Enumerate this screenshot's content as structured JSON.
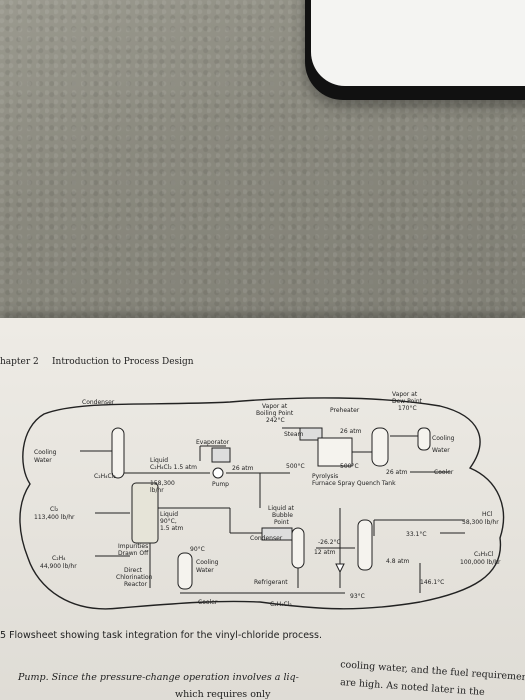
{
  "header": {
    "chapter": "hapter 2",
    "title": "Introduction to Process Design"
  },
  "caption": "5  Flowsheet showing task integration for the vinyl-chloride process.",
  "body_left": [
    "Pump.  Since the pressure-change operation involves a liq-",
    "which requires only"
  ],
  "body_right": [
    "cooling water, and the fuel requirements",
    "are high. As noted later in the"
  ],
  "figure": {
    "condenser": "Condenser",
    "cooling_water": [
      "Cooling",
      "Water"
    ],
    "c2h4cl2_small": "C₂H₄Cl₂",
    "evaporator": "Evaporator",
    "liquid_line": [
      "Liquid",
      "C₂H₄Cl₂   1.5 atm"
    ],
    "flow_mid": [
      "158,300",
      "lb/hr"
    ],
    "atm26a": "26 atm",
    "pump": "Pump",
    "vapor_bp": [
      "Vapor at",
      "Boiling Point",
      "242°C"
    ],
    "steam": "Steam",
    "preheater": "Preheater",
    "atm26b": "26 atm",
    "t500a": "500°C",
    "t500b": "500°C",
    "vapor_dp": [
      "Vapor at",
      "Dew Point",
      "170°C"
    ],
    "cooling_water_r": [
      "Cooling",
      "Water"
    ],
    "cooler_r": "Cooler",
    "pyrolysis": [
      "Pyrolysis",
      "Furnace   Spray Quench Tank"
    ],
    "atm26c": "26 atm",
    "cl2": [
      "Cl₂",
      "113,400 lb/hr"
    ],
    "liquid90": [
      "Liquid",
      "90°C,",
      "1.5 atm"
    ],
    "impurities": [
      "Impurities",
      "Drawn Off"
    ],
    "t90": "90°C",
    "c2h4": [
      "C₂H₄",
      "44,900 lb/hr"
    ],
    "direct": [
      "Direct",
      "Chlorination",
      "Reactor"
    ],
    "cooling_w2": [
      "Cooling",
      "Water"
    ],
    "cooler_b": "Cooler",
    "liquid_bubble": [
      "Liquid at",
      "Bubble",
      "Point"
    ],
    "condenser2": "Condenser",
    "t_neg26": "-26.2°C",
    "atm12": "12 atm",
    "refrigerant": "Refrigerant",
    "c2h4cl2_b": "C₂H₄Cl₂",
    "t33": "33.1°C",
    "atm48": "4.8 atm",
    "t93": "93°C",
    "t146": "146.1°C",
    "hcl": [
      "HCl",
      "58,300 lb/hr"
    ],
    "c2h3cl": [
      "C₂H₃Cl",
      "100,000 lb/hr"
    ]
  }
}
